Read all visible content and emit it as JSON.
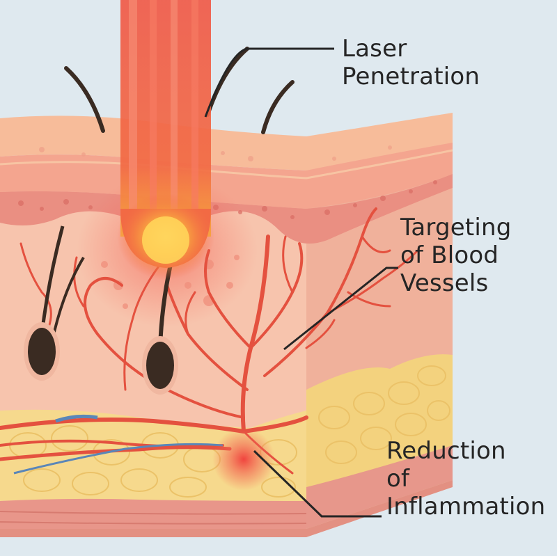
{
  "labels": {
    "laser": {
      "line1": "Laser",
      "line2": "Penetration"
    },
    "targeting": {
      "line1": "Targeting",
      "line2": "of Blood",
      "line3": "Vessels"
    },
    "reduction": {
      "line1": "Reduction",
      "line2": "of",
      "line3": "Inflammation"
    }
  },
  "colors": {
    "background": "#dfe9ef",
    "epidermis": "#f7c0a0",
    "dermis": "#f8d0b8",
    "fat": "#f5d98c",
    "vessel": "#e45a45",
    "laser": "#ef4b3a",
    "hair": "#3a2b22"
  }
}
